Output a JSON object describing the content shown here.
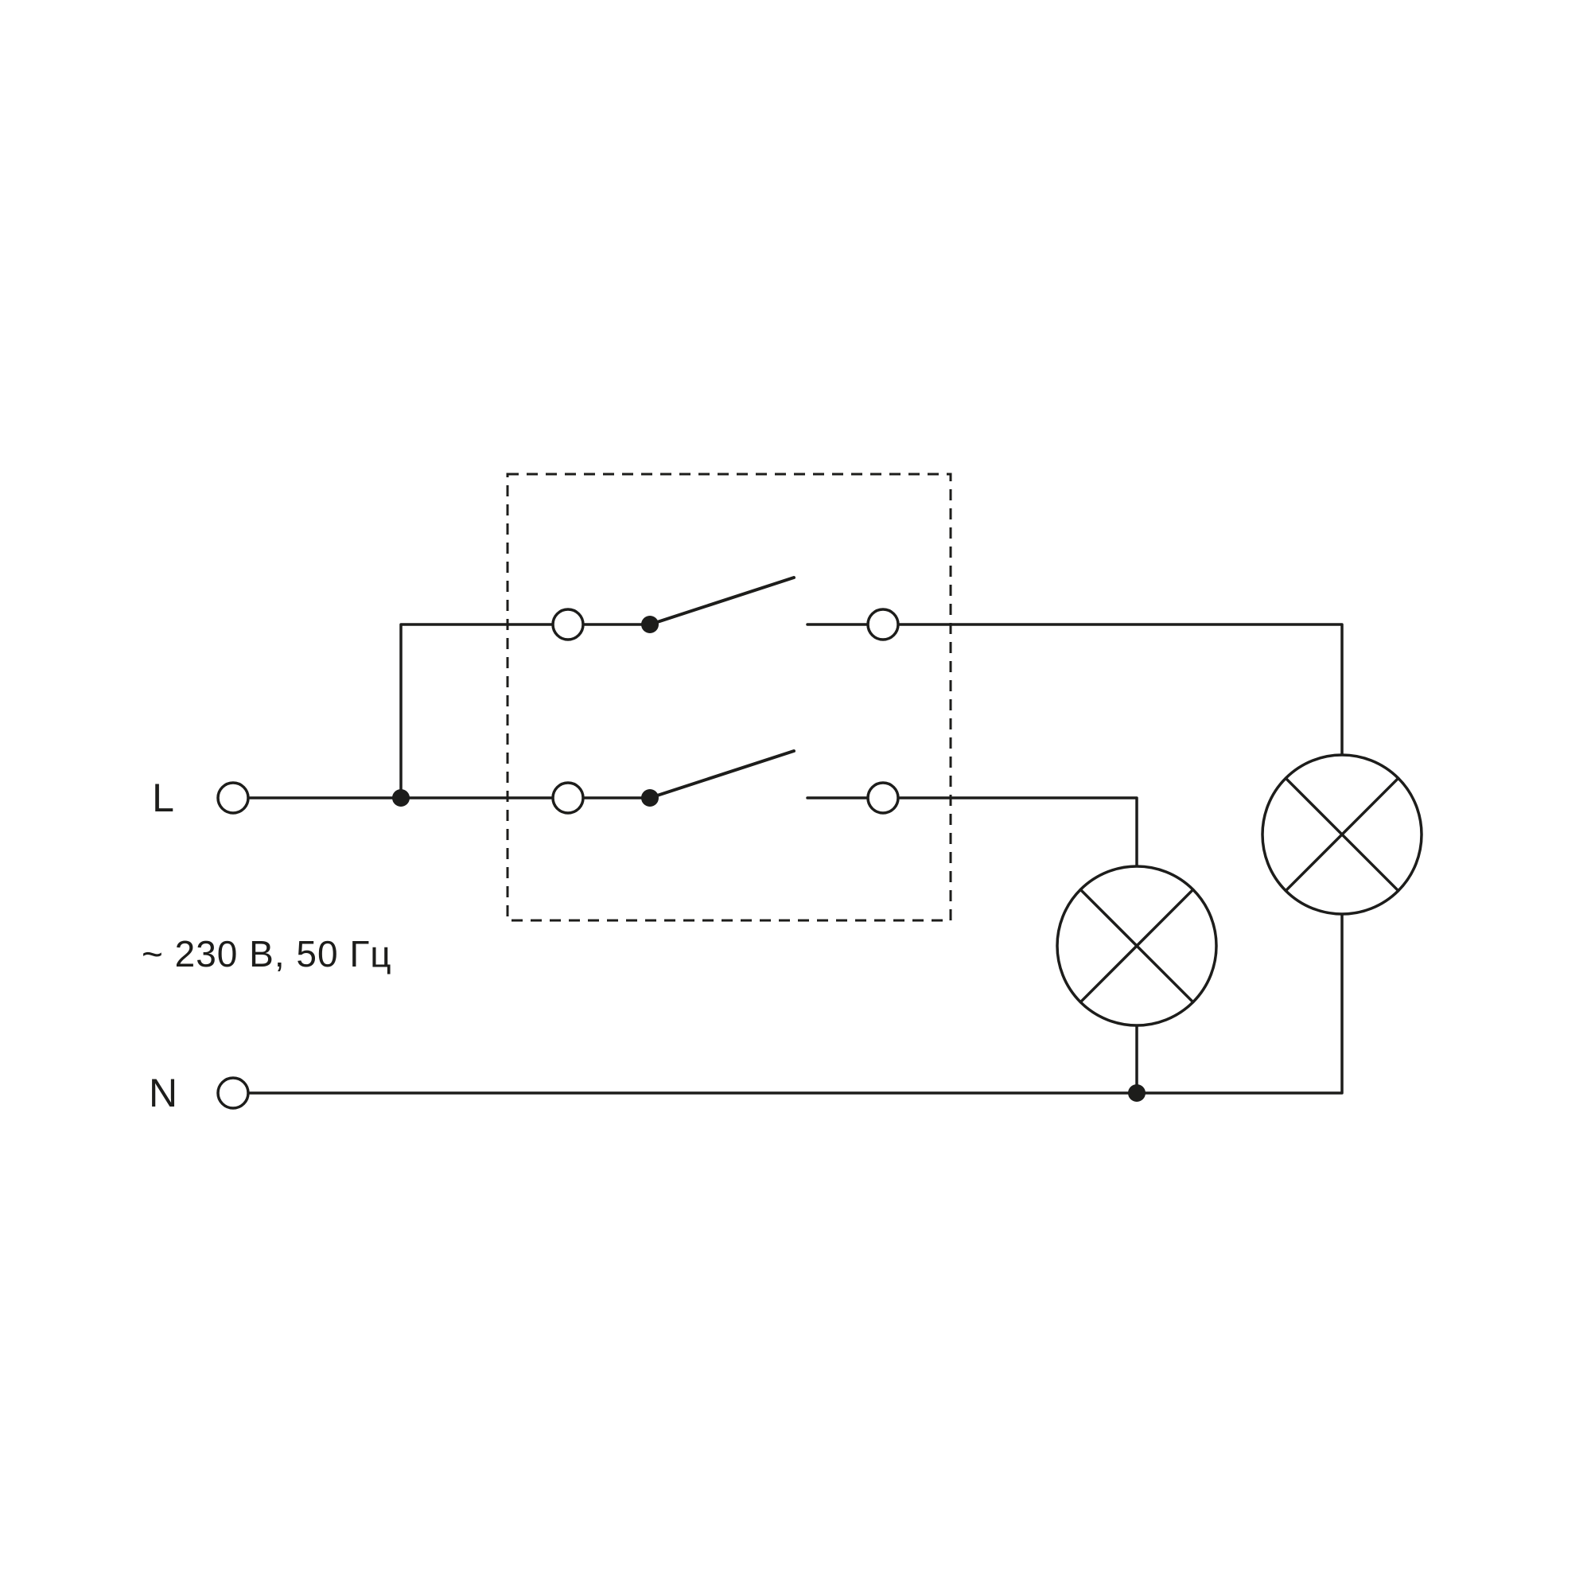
{
  "labels": {
    "line_terminal": "L",
    "neutral_terminal": "N",
    "power_rating": "~ 230 В, 50 Гц"
  },
  "colors": {
    "stroke": "#1d1d1b",
    "background": "#ffffff"
  },
  "icons": {
    "lamp": "circle-with-diagonal-cross",
    "switch": "single-pole-switch-symbol",
    "terminal": "open-circle",
    "junction": "filled-dot",
    "enclosure": "dashed-rectangle"
  }
}
